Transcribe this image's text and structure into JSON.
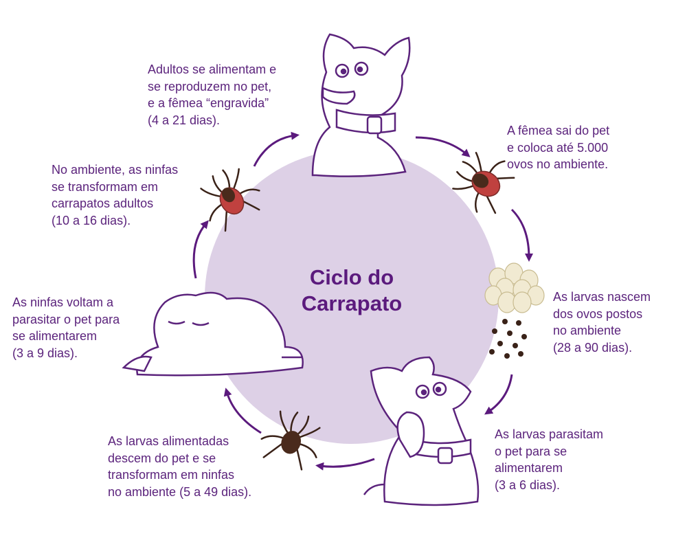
{
  "title": [
    "Ciclo do",
    "Carrapato"
  ],
  "steps": [
    {
      "lines": [
        "Adultos se alimentam e",
        "se reproduzem no pet,",
        "e a fêmea “engravida”",
        "(4 a 21 dias)."
      ]
    },
    {
      "lines": [
        "A fêmea sai do pet",
        "e coloca até 5.000",
        "ovos no ambiente."
      ]
    },
    {
      "lines": [
        "As larvas nascem",
        "dos ovos postos",
        "no ambiente",
        "(28 a 90 dias)."
      ]
    },
    {
      "lines": [
        "As larvas parasitam",
        "o pet para se",
        "alimentarem",
        "(3 a 6 dias)."
      ]
    },
    {
      "lines": [
        "As larvas alimentadas",
        "descem do pet e se",
        "transformam em ninfas",
        "no ambiente (5 a 49 dias)."
      ]
    },
    {
      "lines": [
        "As ninfas voltam a",
        "parasitar o pet para",
        "se alimentarem",
        "(3 a 9 dias)."
      ]
    },
    {
      "lines": [
        "No ambiente, as ninfas",
        "se transformam em",
        "carrapatos adultos",
        "(10 a 16 dias)."
      ]
    }
  ],
  "colors": {
    "text": "#5b237c",
    "circle": "#ddd0e6",
    "arrow": "#5b1a7d",
    "tick_red": "#c0413f",
    "tick_dark": "#4a2a1c"
  }
}
